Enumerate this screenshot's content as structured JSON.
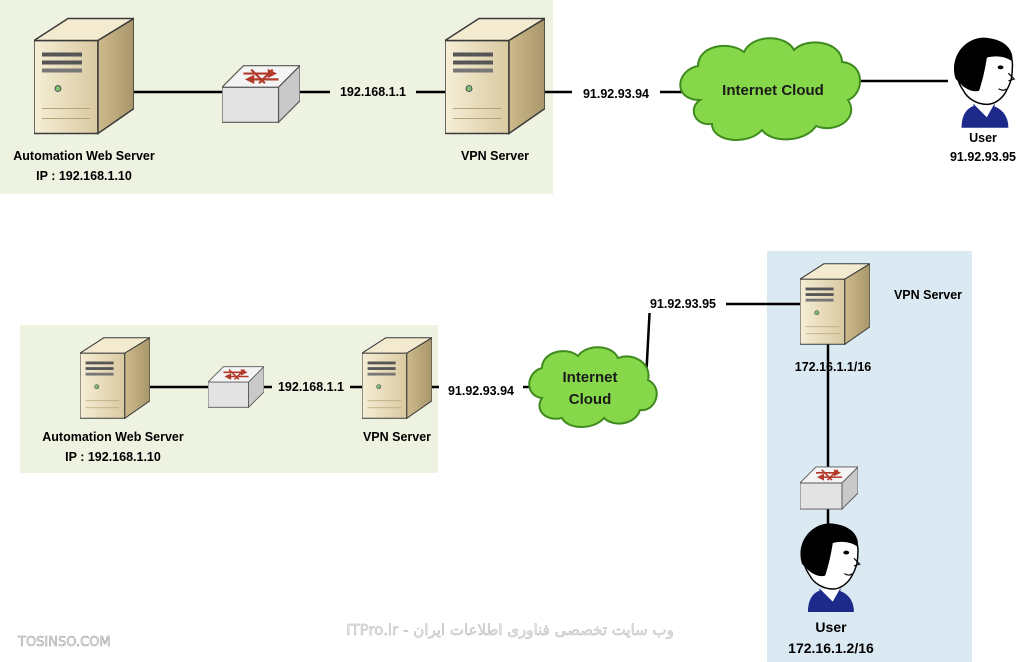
{
  "top_scenario": {
    "web_server_name": "Automation Web Server",
    "web_server_ip": "IP : 192.168.1.10",
    "switch_to_vpn_ip": "192.168.1.1",
    "vpn_server_name": "VPN Server",
    "vpn_public_ip": "91.92.93.94",
    "cloud_label": "Internet Cloud",
    "user_name": "User",
    "user_ip": "91.92.93.95"
  },
  "bottom_scenario": {
    "web_server_name": "Automation Web Server",
    "web_server_ip": "IP : 192.168.1.10",
    "switch_to_vpn_ip": "192.168.1.1",
    "vpn_server_name": "VPN Server",
    "vpn_public_ip": "91.92.93.94",
    "cloud_label_line1": "Internet",
    "cloud_label_line2": "Cloud",
    "remote_public_ip": "91.92.93.95",
    "remote_vpn_server_name": "VPN Server",
    "remote_vpn_internal_ip": "172.16.1.1/16",
    "remote_user_name": "User",
    "remote_user_ip": "172.16.1.2/16"
  },
  "watermarks": {
    "left": "TOSINSO.COM",
    "center": "ITPro.ir - وب سایت تخصصی فناوری اطلاعات ایران"
  },
  "colors": {
    "zone_fill": "#eef2e1",
    "remote_zone_fill": "#dbe9f2",
    "cloud_fill": "#86d84a",
    "cloud_stroke": "#3f8a1e",
    "server_body": "#efe3c3",
    "switch_arrows": "#b23a2a"
  },
  "icons": [
    "server-icon",
    "switch-icon",
    "cloud-icon",
    "user-avatar-icon"
  ]
}
